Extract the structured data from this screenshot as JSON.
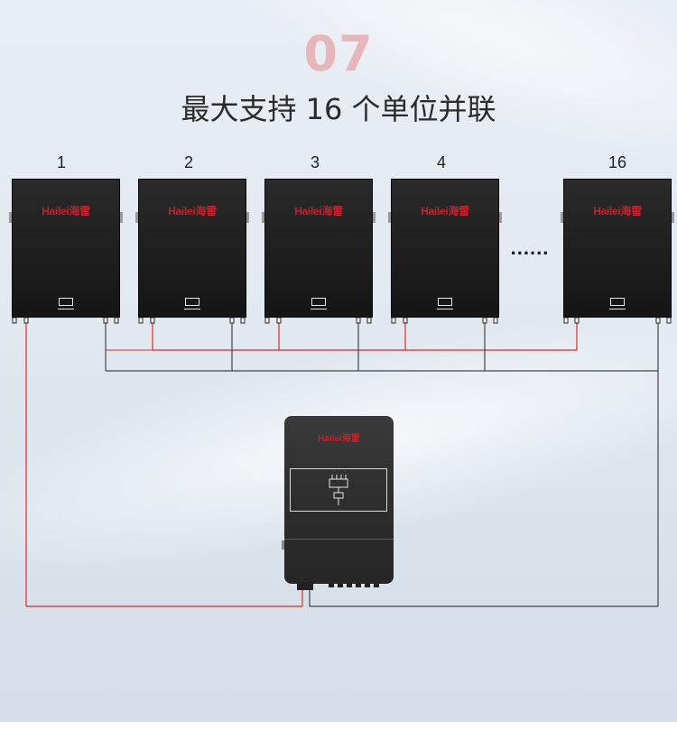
{
  "section_number": "07",
  "title": "最大支持 16 个单位并联",
  "ellipsis": "......",
  "batteries": [
    {
      "label": "1",
      "brand": "Hailei海雷"
    },
    {
      "label": "2",
      "brand": "Hailei海雷"
    },
    {
      "label": "3",
      "brand": "Hailei海雷"
    },
    {
      "label": "4",
      "brand": "Hailei海雷"
    },
    {
      "label": "16",
      "brand": "Hailei海雷"
    }
  ],
  "inverter": {
    "brand": "Hailei海雷"
  },
  "colors": {
    "section_number": "#e7b6bb",
    "brand_red": "#c8202c",
    "positive_wire": "#e02a2a",
    "negative_wire": "#444444",
    "device_body": "#1c1c1c"
  }
}
